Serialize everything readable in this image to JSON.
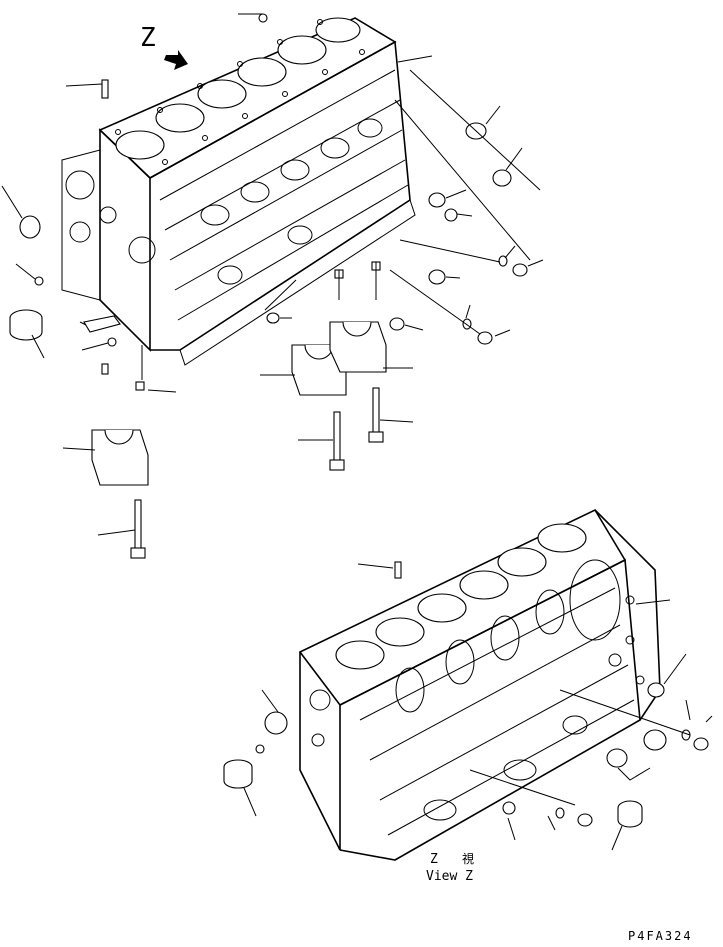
{
  "figure": {
    "view_letter": "Z",
    "view_caption_symbol": "Z",
    "view_caption_kanji": "視",
    "view_caption_english": "View Z",
    "figure_code": "P4FA324"
  }
}
